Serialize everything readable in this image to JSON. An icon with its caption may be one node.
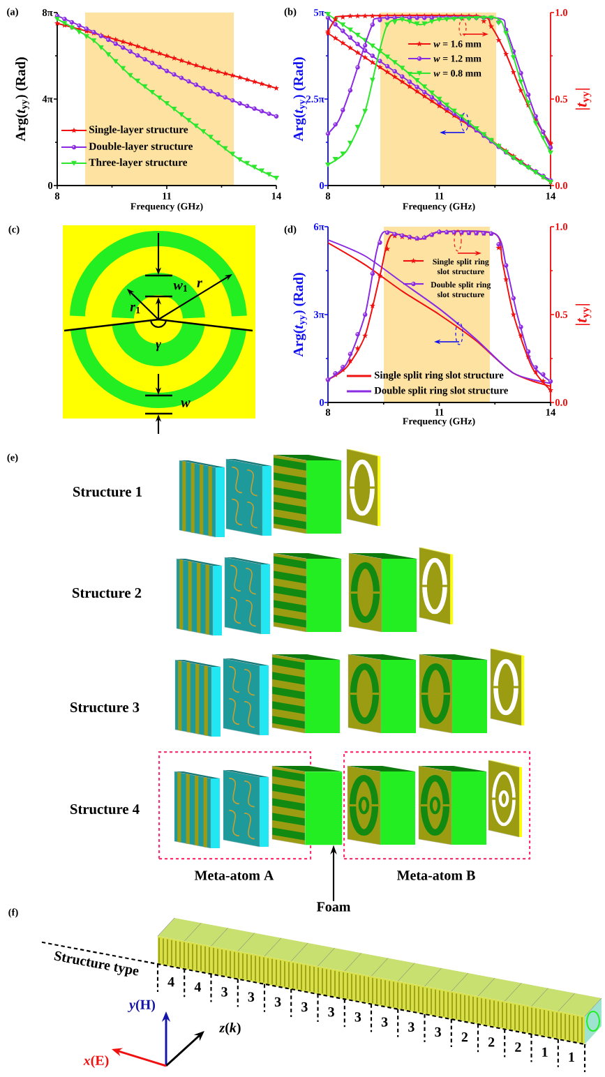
{
  "diagram": {
    "nodes": [
      {
        "text": [
          "Meta-atom A"
        ]
      },
      {
        "text": [],
        "shape": "box"
      },
      {
        "text": [
          "Meta-atom B"
        ]
      },
      {
        "text": [
          "Foam"
        ]
      }
    ],
    "edges": [
      {
        "from": 3,
        "to": 1,
        "arrow": "to"
      }
    ],
    "labels": [
      "(a)",
      "8π",
      "4π",
      "0",
      "Arg(*t*$_{yy}$) (Rad)",
      "8",
      "11",
      "14",
      "Frequency (GHz)",
      "(b)",
      "5π",
      "2.5π",
      "0",
      "1.0",
      "0.5",
      "0.0",
      "Arg(*t*$_{yy}$) (Rad)",
      "|*t*$_{yy}$|",
      "8",
      "11",
      "14",
      "Frequency (GHz)",
      "(c)",
      "*w*$_{1}$",
      "*r*",
      "*r*$_{1}$",
      "*γ*",
      "*w*",
      "(d)",
      "6π",
      "3π",
      "0",
      "1.0",
      "0.5",
      "0.0",
      "Arg(*t*$_{yy}$) (Rad)",
      "|*t*$_{yy}$|",
      "8",
      "11",
      "14",
      "Frequency (GHz)",
      "(e)",
      "Structure 1",
      "Structure 2",
      "Structure 3",
      "Structure 4",
      "(f)",
      "Structure type",
      "4",
      "4",
      "3",
      "3",
      "3",
      "3",
      "3",
      "3",
      "3",
      "3",
      "3",
      "2",
      "2",
      "2",
      "1",
      "1",
      "*y*(H)",
      "*z*(*k*)",
      "*x*(E)"
    ],
    "legend": [
      {
        "text": "Single-layer structure"
      },
      {
        "text": "Double-layer structure"
      },
      {
        "text": "Three-layer structure"
      },
      {
        "text": "*w* = 1.6 mm"
      },
      {
        "text": "*w* = 1.2 mm"
      },
      {
        "text": "*w* = 0.8 mm"
      },
      {
        "text": "Single split ring slot structure"
      },
      {
        "text": "Double split ring slot structure"
      },
      {
        "text": "Single split ring slot structure"
      },
      {
        "text": "Double split ring slot structure"
      }
    ]
  }
}
